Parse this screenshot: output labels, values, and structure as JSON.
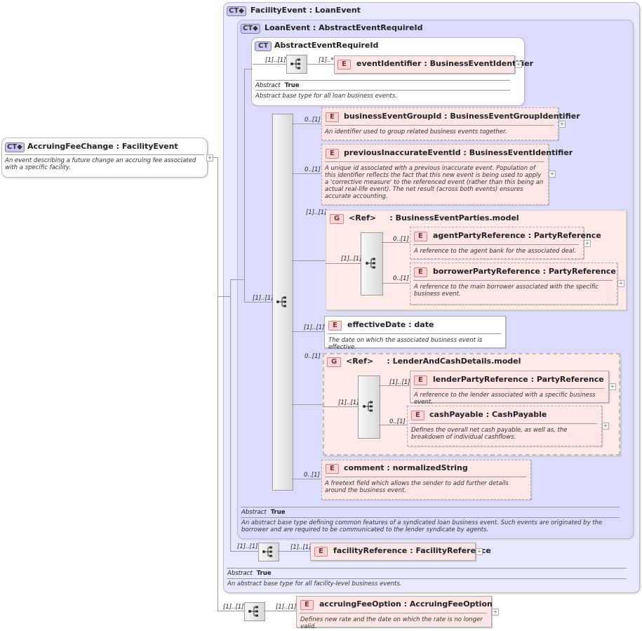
{
  "root": {
    "badge": "CT",
    "name": "AccruingFeeChange",
    "type": "FacilityEvent",
    "description": "An event describing a future change an accruing fee associated with a specific facility."
  },
  "facility_event": {
    "badge": "CT",
    "name": "FacilityEvent",
    "type": "LoanEvent",
    "abstract_label": "Abstract",
    "abstract_value": "True",
    "description": "An abstract base type for all facility-level business events."
  },
  "loan_event": {
    "badge": "CT",
    "name": "LoanEvent",
    "type": "AbstractEventRequireId",
    "abstract_label": "Abstract",
    "abstract_value": "True",
    "description": "An abstract base type defining common features of a syndicated loan business event. Such events are originated by the borrower and are required to be communicated to the lender syndicate by agents."
  },
  "abstract_event": {
    "badge": "CT",
    "name": "AbstractEventRequireId",
    "abstract_label": "Abstract",
    "abstract_value": "True",
    "description": "Abstract base type for all loan business events.",
    "seq_card": "[1]..[1]",
    "element": {
      "badge": "E",
      "name": "eventIdentifier",
      "type": "BusinessEventIdentifier",
      "card": "[1]..*"
    }
  },
  "loan_seq_card": "[1]..[1]",
  "elements": {
    "businessEventGroupId": {
      "badge": "E",
      "name": "businessEventGroupId",
      "type": "BusinessEventGroupIdentifier",
      "card": "0..[1]",
      "description": "An identifier used to group related business events together."
    },
    "previousInaccurateEventId": {
      "badge": "E",
      "name": "previousInaccurateEventId",
      "type": "BusinessEventIdentifier",
      "card": "0..[1]",
      "description": "A unique id associated with a previous inaccurate event. Population of this identifier reflects the fact that this new event is being used to apply a 'corrective measure' to the referenced event (rather than this being an actual real-life event). The net result (across both events) ensures accurate accounting."
    },
    "effectiveDate": {
      "badge": "E",
      "name": "effectiveDate",
      "type": "date",
      "card": "[1]..[1]",
      "description": "The date on which the associated business event is effective."
    },
    "comment": {
      "badge": "E",
      "name": "comment",
      "type": "normalizedString",
      "card": "0..[1]",
      "description": "A freetext field which allows the sender to add further details around the business event."
    }
  },
  "group_parties": {
    "badge": "G",
    "ref": "<Ref>",
    "name": "BusinessEventParties.model",
    "card": "[1]..[1]",
    "seq_card": "[1]..[1]",
    "agent": {
      "badge": "E",
      "name": "agentPartyReference",
      "type": "PartyReference",
      "card": "0..[1]",
      "description": "A reference to the agent bank for the associated deal."
    },
    "borrower": {
      "badge": "E",
      "name": "borrowerPartyReference",
      "type": "PartyReference",
      "card": "0..[1]",
      "description": "A reference to the main borrower associated with the specific business event."
    }
  },
  "group_lender": {
    "badge": "G",
    "ref": "<Ref>",
    "name": "LenderAndCashDetails.model",
    "card": "0..[1]",
    "seq_card": "[1]..[1]",
    "lender": {
      "badge": "E",
      "name": "lenderPartyReference",
      "type": "PartyReference",
      "card": "[1]..[1]",
      "description": "A reference to the lender associated with a specific business event."
    },
    "cash": {
      "badge": "E",
      "name": "cashPayable",
      "type": "CashPayable",
      "card": "0..[1]",
      "description": "Defines the overall net cash payable, as well as, the breakdown of individual cashflows."
    }
  },
  "facility_seq": {
    "seq_card": "[1]..[1]",
    "element": {
      "badge": "E",
      "name": "facilityReference",
      "type": "FacilityReference",
      "card": "[1]..[1]"
    }
  },
  "root_seq": {
    "seq_card": "[1]..[1]",
    "element": {
      "badge": "E",
      "name": "accruingFeeOption",
      "type": "AccruingFeeOption",
      "card": "[1]..[1]",
      "description": "Defines new rate and the date on which the rate is no longer valid."
    }
  },
  "separator": ":",
  "plus": "+"
}
